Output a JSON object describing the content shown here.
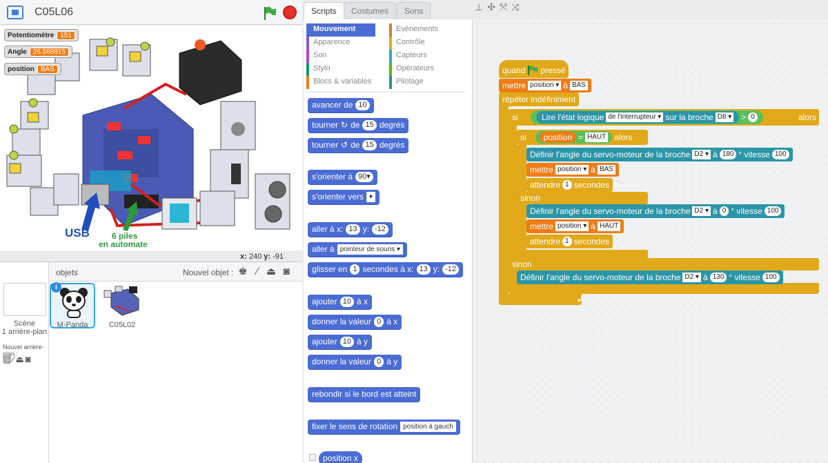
{
  "stage": {
    "project_title": "C05L06",
    "coords": {
      "x_label": "x:",
      "x": "240",
      "y_label": "y:",
      "y": "-91"
    },
    "monitors": [
      {
        "label": "Potentiomètre",
        "value": "151"
      },
      {
        "label": "Angle",
        "value": "26.568915"
      },
      {
        "label": "position",
        "value": "BAS"
      }
    ],
    "illustration_text": {
      "usb": "USB",
      "piles": "6 piles",
      "automate": "en automate"
    },
    "colors": {
      "flag": "#3cb043",
      "stop": "#e8302a",
      "accent": "#33a4dc"
    }
  },
  "sprites": {
    "header_label": "objets",
    "new_object_label": "Nouvel objet :",
    "scene_label": "Scène",
    "scene_sublabel": "1 arrière-plan",
    "new_bg_label": "Nouvel arrière-plan :",
    "items": [
      {
        "name": "M-Panda",
        "selected": true
      },
      {
        "name": "C05L02",
        "selected": false
      }
    ]
  },
  "tabs": [
    "Scripts",
    "Costumes",
    "Sons"
  ],
  "categories": {
    "left": [
      {
        "label": "Mouvement",
        "color": "#4a6cd4",
        "selected": true
      },
      {
        "label": "Apparence",
        "color": "#8a55d7",
        "selected": false
      },
      {
        "label": "Son",
        "color": "#bb42c3",
        "selected": false
      },
      {
        "label": "Stylo",
        "color": "#0e9a6c",
        "selected": false
      },
      {
        "label": "Blocs & variables",
        "color": "#ee7d16",
        "selected": false
      }
    ],
    "right": [
      {
        "label": "Evènements",
        "color": "#c88330",
        "selected": false
      },
      {
        "label": "Contrôle",
        "color": "#e1a91a",
        "selected": false
      },
      {
        "label": "Capteurs",
        "color": "#2ca5e2",
        "selected": false
      },
      {
        "label": "Opérateurs",
        "color": "#5cb712",
        "selected": false
      },
      {
        "label": "Pilotage",
        "color": "#2b8c9c",
        "selected": false
      }
    ]
  },
  "palette_blocks": {
    "avancer": {
      "text": "avancer de",
      "v": "10"
    },
    "tourner_r": {
      "a": "tourner",
      "b": "de",
      "v": "15",
      "c": "degrés"
    },
    "tourner_l": {
      "a": "tourner",
      "b": "de",
      "v": "15",
      "c": "degrés"
    },
    "orienter": {
      "text": "s'orienter à",
      "v": "90▾"
    },
    "orienter_vers": {
      "text": "s'orienter vers",
      "v": "▾"
    },
    "aller_xy": {
      "a": "aller à x:",
      "x": "13",
      "b": "y:",
      "y": "-12"
    },
    "aller_a": {
      "text": "aller à",
      "v": "pointeur de souris ▾"
    },
    "glisser": {
      "a": "glisser en",
      "s": "1",
      "b": "secondes à x:",
      "x": "13",
      "c": "y:",
      "y": "-12"
    },
    "ajouter_x": {
      "a": "ajouter",
      "v": "10",
      "b": "à x"
    },
    "donner_x": {
      "a": "donner la valeur",
      "v": "0",
      "b": "à x"
    },
    "ajouter_y": {
      "a": "ajouter",
      "v": "10",
      "b": "à y"
    },
    "donner_y": {
      "a": "donner la valeur",
      "v": "0",
      "b": "à y"
    },
    "rebondir": {
      "text": "rebondir si le bord est atteint"
    },
    "sens": {
      "text": "fixer le sens de rotation",
      "v": "position à gauch"
    },
    "posx": {
      "text": "position x"
    }
  },
  "script": {
    "hat": {
      "a": "quand",
      "b": "pressé"
    },
    "set1": {
      "a": "mettre",
      "var": "position ▾",
      "b": "à",
      "val": "BAS"
    },
    "forever": "répéter indéfiniment",
    "if1": {
      "si": "si",
      "lire": "Lire l'état logique",
      "opt": "de l'interrupteur ▾",
      "broche": "sur la broche",
      "pin": "D8 ▾",
      "gt": ">",
      "val": "0",
      "alors": "alors"
    },
    "if2": {
      "si": "si",
      "var": "position",
      "eq": "=",
      "val": "HAUT",
      "alors": "alors"
    },
    "servo1": {
      "a": "Définir l'angle du servo-moteur de la broche",
      "pin": "D2 ▾",
      "b": "à",
      "angle": "180",
      "c": "° vitesse",
      "speed": "100"
    },
    "set2": {
      "a": "mettre",
      "var": "position ▾",
      "b": "à",
      "val": "BAS"
    },
    "wait1": {
      "a": "attendre",
      "v": "1",
      "b": "secondes"
    },
    "sinon1": "sinon",
    "servo2": {
      "a": "Définir l'angle du servo-moteur de la broche",
      "pin": "D2 ▾",
      "b": "à",
      "angle": "0",
      "c": "° vitesse",
      "speed": "100"
    },
    "set3": {
      "a": "mettre",
      "var": "position ▾",
      "b": "à",
      "val": "HAUT"
    },
    "wait2": {
      "a": "attendre",
      "v": "1",
      "b": "secondes"
    },
    "sinon2": "sinon",
    "servo3": {
      "a": "Définir l'angle du servo-moteur de la broche",
      "pin": "D2 ▾",
      "b": "à",
      "angle": "130",
      "c": "° vitesse",
      "speed": "100"
    },
    "loop_arrow": "↲"
  }
}
